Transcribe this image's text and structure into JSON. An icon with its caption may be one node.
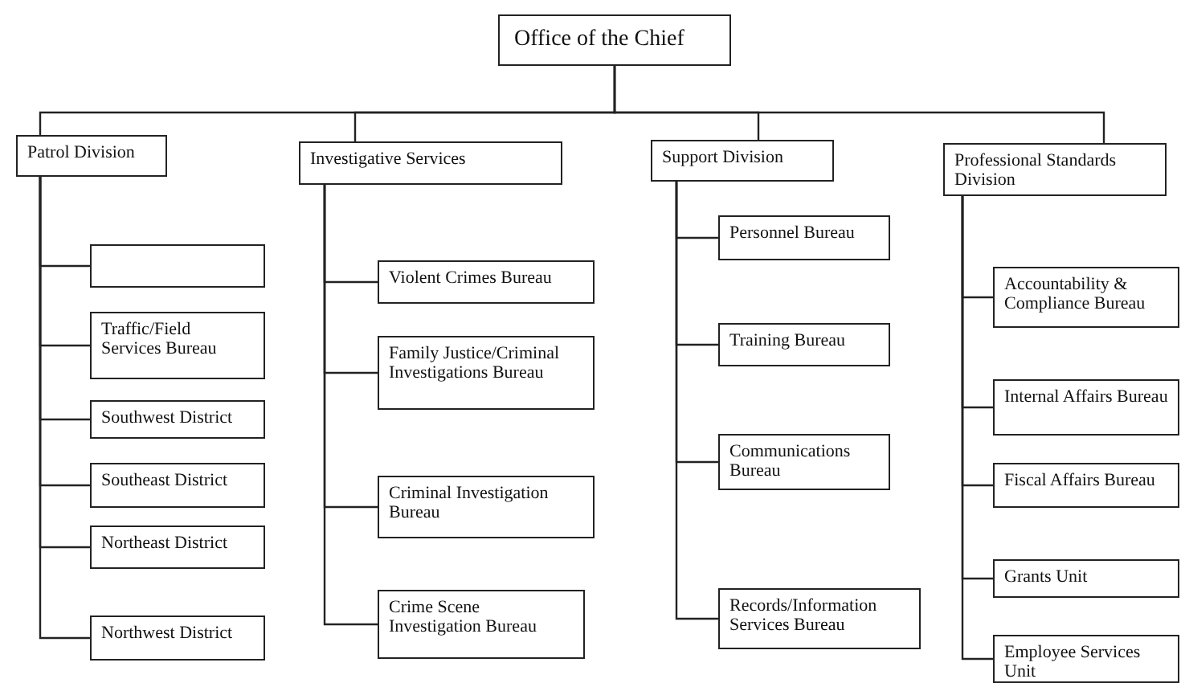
{
  "diagram": {
    "nodes": [
      {
        "text": [
          "Office of the Chief"
        ]
      },
      {
        "text": [
          "Patrol Division"
        ]
      },
      {
        "text": [],
        "shape": "box"
      },
      {
        "text": [
          "Traffic/Field Services Bureau"
        ]
      },
      {
        "text": [
          "Southwest District"
        ]
      },
      {
        "text": [
          "Southeast District"
        ]
      },
      {
        "text": [
          "Northeast District"
        ]
      },
      {
        "text": [
          "Northwest District"
        ]
      },
      {
        "text": [
          "Investigative Services"
        ]
      },
      {
        "text": [
          "Violent Crimes Bureau"
        ]
      },
      {
        "text": [
          "Family Justice/Criminal Investigations Bureau"
        ]
      },
      {
        "text": [
          "Criminal Investigation Bureau"
        ]
      },
      {
        "text": [
          "Crime Scene Investigation Bureau"
        ]
      },
      {
        "text": [
          "Support Division"
        ]
      },
      {
        "text": [
          "Personnel Bureau"
        ]
      },
      {
        "text": [
          "Training Bureau"
        ]
      },
      {
        "text": [
          "Communications Bureau"
        ]
      },
      {
        "text": [
          "Records/Information Services Bureau"
        ]
      },
      {
        "text": [
          "Professional Standards Division"
        ]
      },
      {
        "text": [
          "Accountability & Compliance Bureau"
        ]
      },
      {
        "text": [
          "Internal Affairs Bureau"
        ]
      },
      {
        "text": [
          "Fiscal Affairs Bureau"
        ]
      },
      {
        "text": [
          "Grants Unit"
        ]
      },
      {
        "text": [
          "Employee Services Unit"
        ]
      }
    ],
    "edges": [
      {
        "from": 0,
        "to": 1,
        "arrow": "none"
      },
      {
        "from": 0,
        "to": 8,
        "arrow": "none"
      },
      {
        "from": 0,
        "to": 13,
        "arrow": "none"
      },
      {
        "from": 0,
        "to": 18,
        "arrow": "none"
      },
      {
        "from": 1,
        "to": 2,
        "arrow": "none"
      },
      {
        "from": 1,
        "to": 3,
        "arrow": "none"
      },
      {
        "from": 1,
        "to": 4,
        "arrow": "none"
      },
      {
        "from": 1,
        "to": 5,
        "arrow": "none"
      },
      {
        "from": 1,
        "to": 6,
        "arrow": "none"
      },
      {
        "from": 1,
        "to": 7,
        "arrow": "none"
      },
      {
        "from": 8,
        "to": 9,
        "arrow": "none"
      },
      {
        "from": 8,
        "to": 10,
        "arrow": "none"
      },
      {
        "from": 8,
        "to": 11,
        "arrow": "none"
      },
      {
        "from": 8,
        "to": 12,
        "arrow": "none"
      },
      {
        "from": 13,
        "to": 14,
        "arrow": "none"
      },
      {
        "from": 13,
        "to": 15,
        "arrow": "none"
      },
      {
        "from": 13,
        "to": 16,
        "arrow": "none"
      },
      {
        "from": 13,
        "to": 17,
        "arrow": "none"
      },
      {
        "from": 18,
        "to": 19,
        "arrow": "none"
      },
      {
        "from": 18,
        "to": 20,
        "arrow": "none"
      },
      {
        "from": 18,
        "to": 21,
        "arrow": "none"
      },
      {
        "from": 18,
        "to": 22,
        "arrow": "none"
      },
      {
        "from": 18,
        "to": 23,
        "arrow": "none"
      }
    ]
  }
}
